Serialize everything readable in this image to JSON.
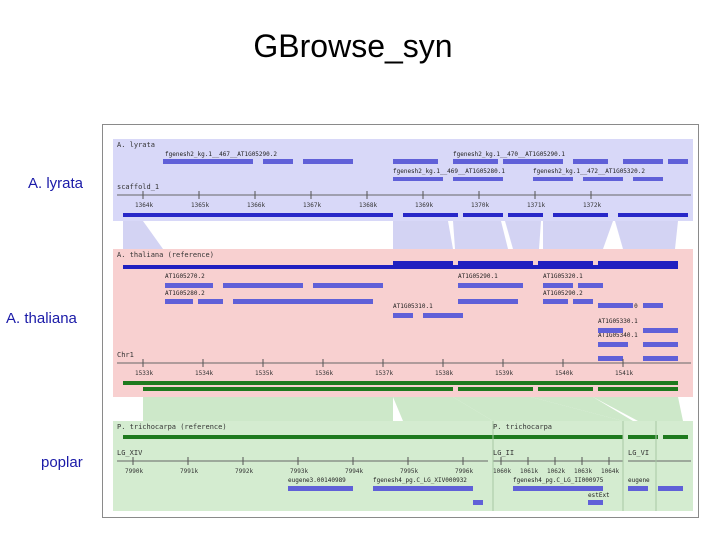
{
  "title": "GBrowse_syn",
  "labels": {
    "lyrata": "A. lyrata",
    "thaliana": "A. thaliana",
    "poplar": "poplar"
  },
  "colors": {
    "title": "#000000",
    "label_text": "#1a1aa8",
    "lyrata_bg": "#d8d8f8",
    "thaliana_bg": "#f8d0d0",
    "poplar_bg": "#d4ecd0",
    "lyrata_ruler": "#2828c8",
    "thaliana_ruler": "#2020c0",
    "poplar_ruler": "#1e7a1e",
    "gene_fill": "#6060d8"
  },
  "panels": {
    "lyrata": {
      "header": "A. lyrata",
      "sequence": "scaffold_1",
      "ticks": [
        "1364k",
        "1365k",
        "1366k",
        "1367k",
        "1368k",
        "1369k",
        "1370k",
        "1371k",
        "1372k"
      ],
      "features": [
        "fgenesh2_kg.1__467__AT1G05290.2",
        "fgenesh2_kg.1__470__AT1G05290.1",
        "fgenesh2_kg.1__469__AT1G05280.1",
        "fgenesh2_kg.1__472__AT1G05320.2"
      ]
    },
    "thaliana": {
      "header": "A. thaliana (reference)",
      "sequence": "Chr1",
      "ticks": [
        "1533k",
        "1534k",
        "1535k",
        "1536k",
        "1537k",
        "1538k",
        "1539k",
        "1540k",
        "1541k"
      ],
      "features": [
        "AT1G05270.2",
        "AT1G05280.2",
        "AT1G05290.1",
        "AT1G05310.1",
        "AT1G05320.1",
        "AT1G05325.0",
        "AT1G05330.1",
        "AT1G05340.1",
        "AT1G05290.2"
      ]
    },
    "poplar": {
      "header_left": "P. trichocarpa (reference)",
      "header_right": "P. trichocarpa",
      "sequence_left": "LG_XIV",
      "sequence_right": "LG_II",
      "sequence_far": "LG_VI",
      "ticks_left": [
        "7990k",
        "7991k",
        "7992k",
        "7993k",
        "7994k",
        "7995k",
        "7996k"
      ],
      "ticks_right": [
        "1060k",
        "1061k",
        "1062k",
        "1063k",
        "1064k"
      ],
      "features": [
        "eugene3.00140989",
        "fgenesh4_pg.C_LG_XIV000932",
        "fgenesh4_pg.C_LG_II000975",
        "eugene",
        "estExt"
      ]
    }
  }
}
